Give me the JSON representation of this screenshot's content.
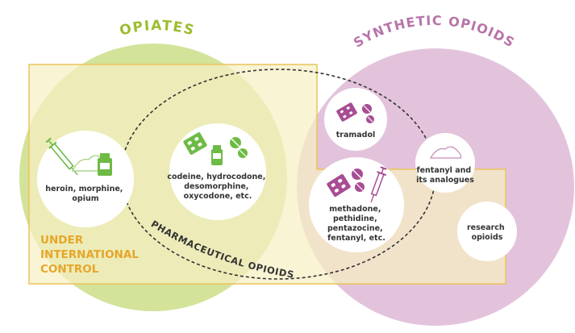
{
  "labels": {
    "opiates": "OPIATES",
    "synthetic_opioids": "SYNTHETIC OPIOIDS",
    "under_international_control": [
      "UNDER",
      "INTERNATIONAL",
      "CONTROL"
    ],
    "pharmaceutical_opioids": "PHARMACEUTICAL OPIOIDS"
  },
  "nodes": {
    "heroin": [
      "heroin, morphine,",
      "opium"
    ],
    "codeine": [
      "codeine, hydrocodone,",
      "desomorphine,",
      "oxycodone, etc."
    ],
    "tramadol": [
      "tramadol"
    ],
    "fentanyl_analogues": [
      "fentanyl and",
      "its analogues"
    ],
    "methadone": [
      "methadone,",
      "pethidine,",
      "pentazocine,",
      "fentanyl, etc."
    ],
    "research_opioids": [
      "research",
      "opioids"
    ]
  },
  "icons": {
    "heroin": [
      "syringe-icon",
      "powder-icon",
      "bottle-icon"
    ],
    "codeine": [
      "blister-pack-icon",
      "bottle-icon",
      "pills-icon"
    ],
    "tramadol": [
      "blister-pack-icon",
      "pills-icon"
    ],
    "fentanyl_analogues": [
      "powder-icon"
    ],
    "methadone": [
      "blister-pack-icon",
      "pills-icon",
      "syringe-icon"
    ]
  },
  "colors": {
    "opiates_green": "#d3e39a",
    "synthetic_purple": "#e3c3dc",
    "control_box": "#f6f0c4",
    "control_border": "#eac45a",
    "icon_green": "#6dbb45",
    "icon_purple": "#a74d93"
  }
}
